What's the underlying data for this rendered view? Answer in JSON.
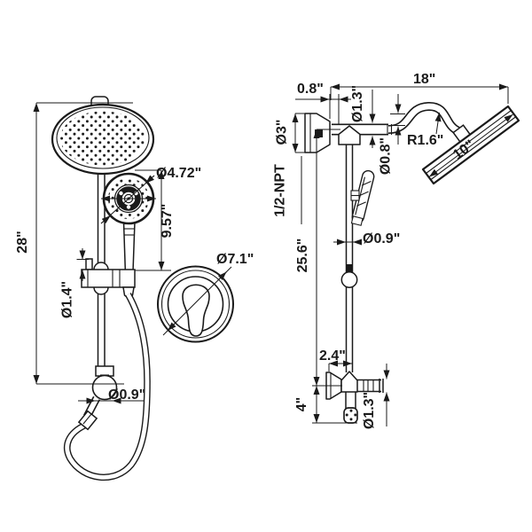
{
  "colors": {
    "ink": "#1a1a1a",
    "paper": "#ffffff"
  },
  "labels": {
    "left": {
      "overall_height": "28\"",
      "handshower_diameter": "Ø4.72\"",
      "head_to_bracket": "9.57\"",
      "bracket_diameter": "Ø1.4\"",
      "hose_connector_diameter": "Ø0.9\"",
      "valve_trim_diameter": "Ø7.1\""
    },
    "right": {
      "arm_reach": "18\"",
      "wall_offset": "0.8\"",
      "arm_sleeve_diameter": "Ø1.3\"",
      "flange_diameter": "Ø3\"",
      "supply_thread": "1/2-NPT",
      "arm_pipe_diameter": "Ø0.8\"",
      "arm_bend_radius": "R1.6\"",
      "head_diameter": "10\"",
      "riser_height": "25.6\"",
      "riser_diameter": "Ø0.9\"",
      "bottom_offset": "2.4\"",
      "outlet_drop": "4\"",
      "outlet_pipe_diameter": "Ø1.3\""
    }
  }
}
